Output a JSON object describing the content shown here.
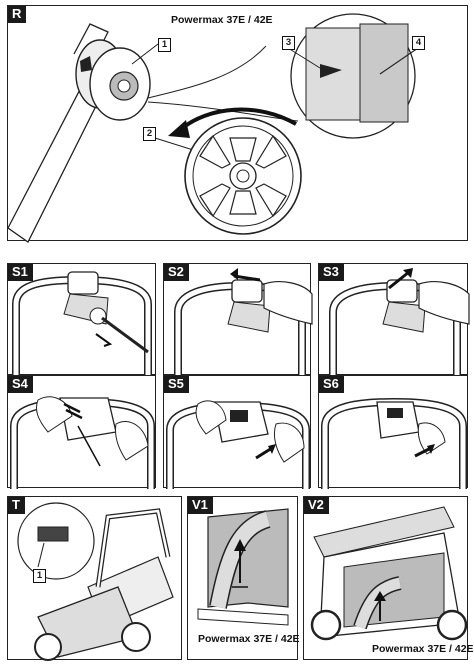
{
  "panels": {
    "r": {
      "tag": "R",
      "model": "Powermax 37E / 42E",
      "callouts": [
        "1",
        "2",
        "3",
        "4"
      ]
    },
    "s1": {
      "tag": "S1"
    },
    "s2": {
      "tag": "S2"
    },
    "s3": {
      "tag": "S3"
    },
    "s4": {
      "tag": "S4"
    },
    "s5": {
      "tag": "S5"
    },
    "s6": {
      "tag": "S6"
    },
    "t": {
      "tag": "T",
      "callouts": [
        "1"
      ]
    },
    "v1": {
      "tag": "V1",
      "model": "Powermax 37E / 42E"
    },
    "v2": {
      "tag": "V2",
      "model": "Powermax 37E / 42E"
    }
  },
  "icons": [
    "wheel-height-adjuster-illustration",
    "handle-lever-illustration",
    "grass-bag-illustration",
    "mower-illustration"
  ]
}
